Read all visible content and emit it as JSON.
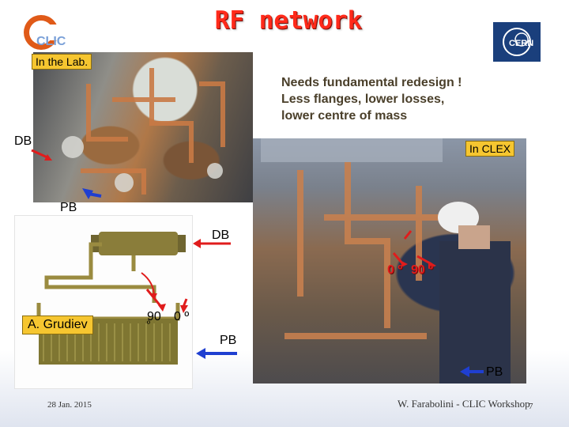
{
  "slide": {
    "title": "RF network",
    "in_lab_label": "In the Lab.",
    "in_clex_label": "In CLEX",
    "redesign_note": [
      "Needs fundamental redesign !",
      "Less flanges, lower losses,",
      "lower centre of mass"
    ],
    "db_labels": [
      "DB",
      "DB"
    ],
    "pb_labels": [
      "PB",
      "PB",
      "PB"
    ],
    "phase_clex": [
      "0 º",
      "90 º"
    ],
    "phase_diagram": [
      "90",
      "º",
      "0 º"
    ],
    "author_label": "A. Grudiev",
    "footer_date": "28 Jan. 2015",
    "footer_workshop": "W. Farabolini - CLIC Workshop",
    "page_number": "7"
  },
  "logos": {
    "clic": "CLIC",
    "cern": "CERN"
  },
  "colors": {
    "title": "#ff2a1a",
    "arrow_red": "#e01c1c",
    "arrow_blue": "#1f3fd1",
    "label_bg": "#f6c630"
  }
}
